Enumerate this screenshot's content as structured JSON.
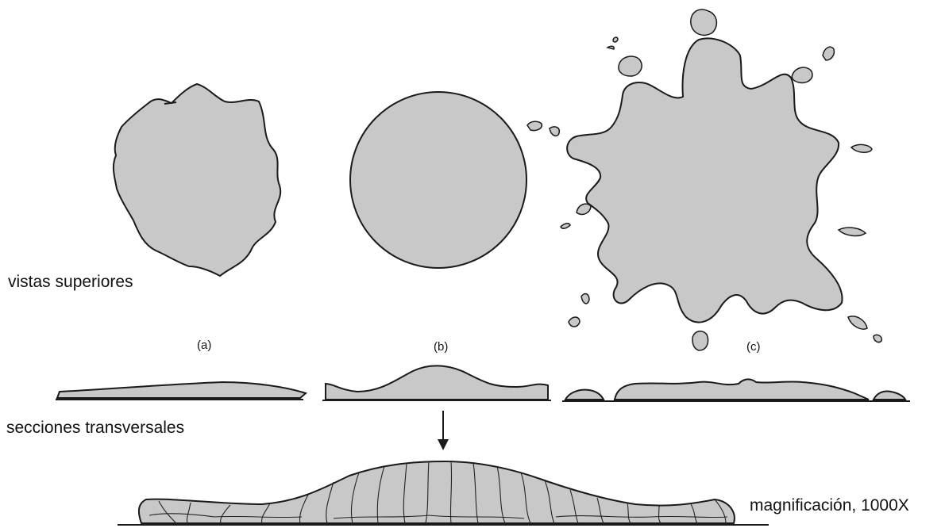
{
  "labels": {
    "top_views": "vistas superiores",
    "cross_sections": "secciones transversales",
    "magnification": "magnificación, 1000X"
  },
  "panels": {
    "a": "(a)",
    "b": "(b)",
    "c": "(c)"
  },
  "colors": {
    "fill": "#c8c8c8",
    "stroke": "#1a1a1a"
  }
}
